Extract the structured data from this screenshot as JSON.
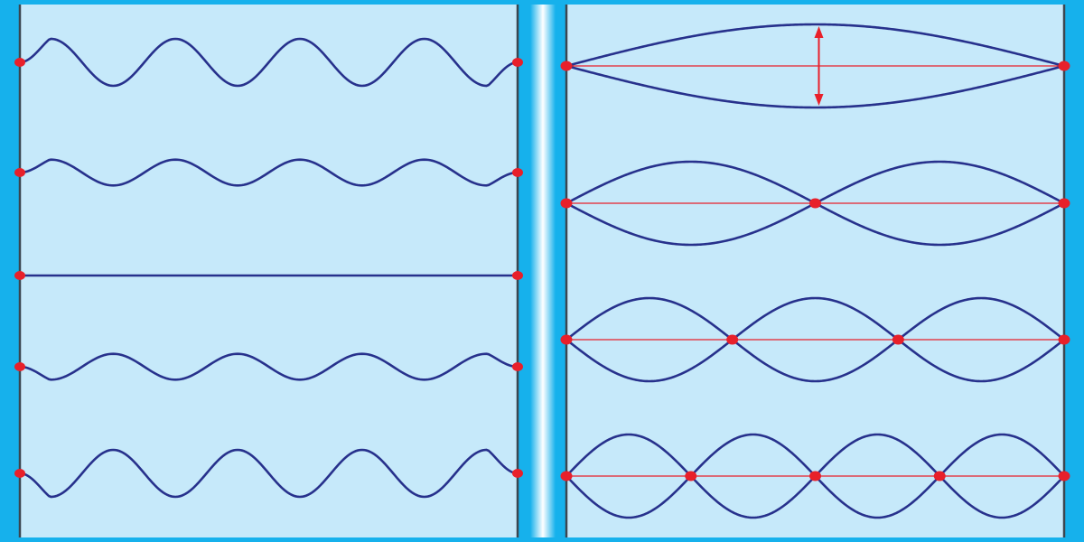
{
  "colors": {
    "frame": "#16b1ec",
    "panel": "#c6e9fa",
    "string": "#27318c",
    "node": "#e8202a",
    "axis": "#e8202a",
    "wall_edge": "#3b4650",
    "gap_glow": "#ffffff"
  },
  "left_panel": {
    "description_shown": false,
    "strings": [
      {
        "id": "traveling-1",
        "amplitude": 1.0,
        "phase": 0.0
      },
      {
        "id": "traveling-2",
        "amplitude": 0.55,
        "phase": 0.0
      },
      {
        "id": "traveling-3",
        "amplitude": 0.0,
        "phase": 0.0
      },
      {
        "id": "traveling-4",
        "amplitude": 0.55,
        "phase": 3.14159
      },
      {
        "id": "traveling-5",
        "amplitude": 1.0,
        "phase": 3.14159
      }
    ],
    "cycles": 4
  },
  "right_panel": {
    "modes": [
      {
        "id": "harmonic-1",
        "loops": 1,
        "amplitude_arrow": true
      },
      {
        "id": "harmonic-2",
        "loops": 2,
        "amplitude_arrow": false
      },
      {
        "id": "harmonic-3",
        "loops": 3,
        "amplitude_arrow": false
      },
      {
        "id": "harmonic-4",
        "loops": 4,
        "amplitude_arrow": false
      }
    ]
  }
}
